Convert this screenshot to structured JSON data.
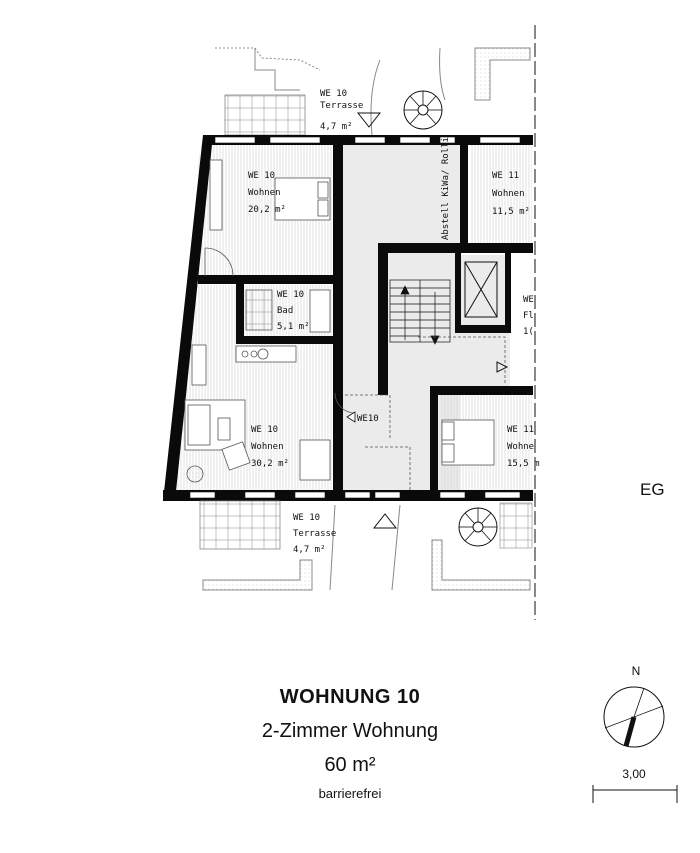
{
  "plan": {
    "rooms": [
      {
        "id": "terrasse-top",
        "name": "WE 10",
        "type": "Terrasse",
        "area": "4,7 m²"
      },
      {
        "id": "wohnen-20",
        "name": "WE 10",
        "type": "Wohnen",
        "area": "20,2 m²"
      },
      {
        "id": "abstell",
        "name": "Abstell KiWa/ Rolli"
      },
      {
        "id": "wohnen-11",
        "name": "WE 11",
        "type": "Wohnen",
        "area": "11,5 m²"
      },
      {
        "id": "bad",
        "name": "WE 10",
        "type": "Bad",
        "area": "5,1 m²"
      },
      {
        "id": "flur-11",
        "name": "WE",
        "type": "Fl",
        "area": "1("
      },
      {
        "id": "wohnen-30",
        "name": "WE 10",
        "type": "Wohnen",
        "area": "30,2 m²"
      },
      {
        "id": "wohnen-15",
        "name": "WE 11",
        "type": "Wohne",
        "area": "15,5 m"
      },
      {
        "id": "terrasse-bottom",
        "name": "WE 10",
        "type": "Terrasse",
        "area": "4,7 m²"
      }
    ],
    "entry_marker": "WE10",
    "floor_label": "EG"
  },
  "info": {
    "title": "WOHNUNG 10",
    "subtitle": "2-Zimmer Wohnung",
    "area": "60 m²",
    "note": "barrierefrei"
  },
  "legend": {
    "north": "N",
    "scale": "3,00"
  },
  "colors": {
    "wall": "#0a0a0a",
    "core": "#e8e8e8",
    "hatch": "#cfcfcf",
    "line": "#555555"
  }
}
